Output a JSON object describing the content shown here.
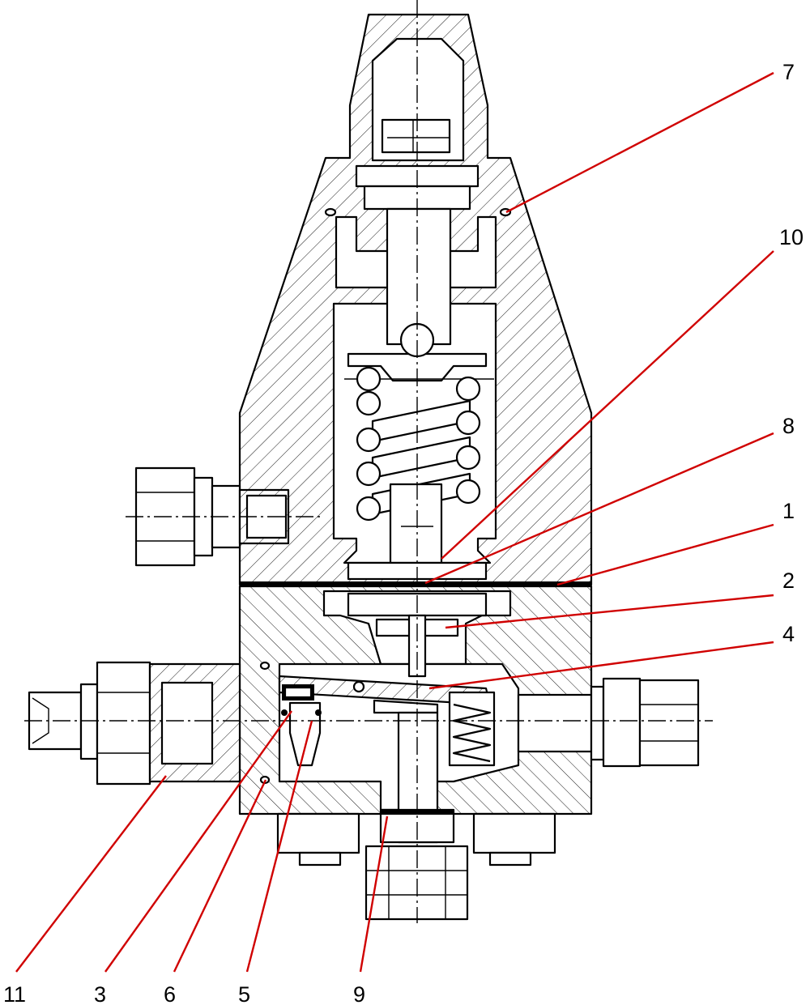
{
  "callouts": [
    {
      "label": "7"
    },
    {
      "label": "10"
    },
    {
      "label": "8"
    },
    {
      "label": "1"
    },
    {
      "label": "2"
    },
    {
      "label": "4"
    },
    {
      "label": "11"
    },
    {
      "label": "3"
    },
    {
      "label": "6"
    },
    {
      "label": "5"
    },
    {
      "label": "9"
    }
  ],
  "colors": {
    "leader": "#d00000",
    "outline": "#000000",
    "background": "#ffffff"
  }
}
